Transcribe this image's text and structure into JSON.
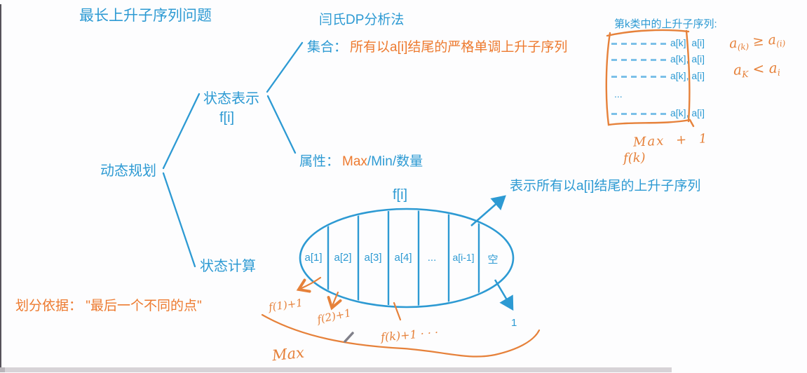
{
  "colors": {
    "blue": "#2d9ad3",
    "light_blue_dash": "#7cc0e8",
    "orange": "#ed7a2f",
    "handwriting_orange": "#e6813a",
    "scrollbar_gray": "#d7d3d7",
    "edge_gray": "#56525a"
  },
  "header": {
    "title": "最长上升子序列问题",
    "method_title": "闫氏DP分析法"
  },
  "mindmap": {
    "root": "动态规划",
    "state_repr": "状态表示",
    "state_repr_sub": "f[i]",
    "state_calc": "状态计算",
    "set_label": "集合：",
    "set_text": "所有以a[i]结尾的严格单调上升子序列",
    "attr_label": "属性：",
    "attr_orange": "Max",
    "attr_rest": "/Min/数量",
    "partition_note": "划分依据： \"最后一个不同的点\""
  },
  "kclass": {
    "title": "第k类中的上升子序列:",
    "rows": [
      "a[k], a[i]",
      "a[k], a[i]",
      "a[k], a[i]",
      "a[k], a[i]"
    ],
    "ellipsis": "...",
    "ineq1": {
      "base1": "a",
      "sub1": "(k)",
      "op": " ≥ ",
      "base2": "a",
      "sub2": "(i)"
    },
    "ineq2": {
      "base1": "a",
      "sub1": "K",
      "op": " < ",
      "base2": "a",
      "sub2": "i"
    },
    "max_plus_one": "Max + 1",
    "f_k": "f(k)"
  },
  "diagram": {
    "f_label": "f[i]",
    "segments": [
      "a[1]",
      "a[2]",
      "a[3]",
      "a[4]",
      "...",
      "a[i-1]",
      "空"
    ],
    "annotation": "表示所有以a[i]结尾的上升子序列",
    "one": "1",
    "hw_f1": "f(1)+1",
    "hw_f2": "f(2)+1",
    "hw_fk": "f(k)+1 · · ·",
    "hw_max": "Max"
  }
}
